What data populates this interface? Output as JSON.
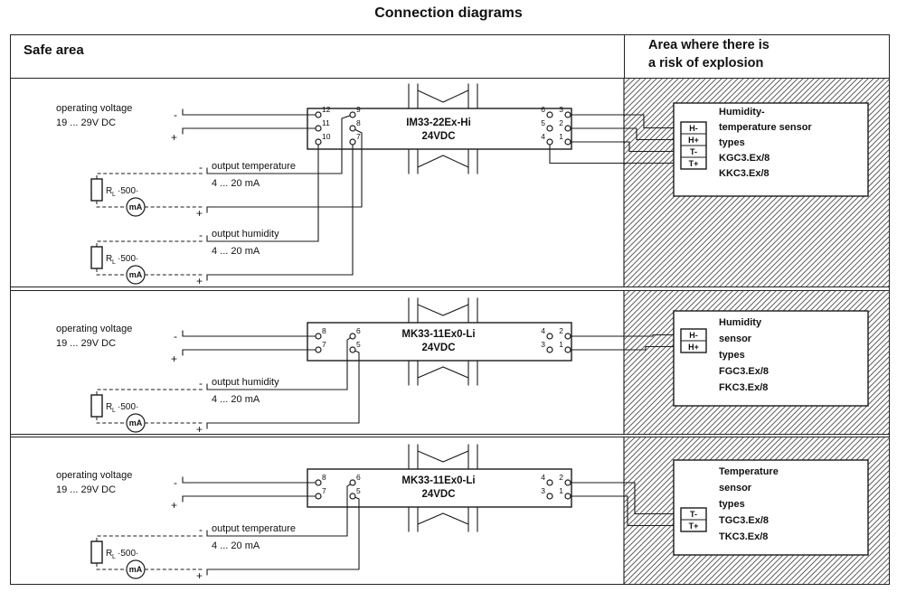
{
  "title": "Connection diagrams",
  "header": {
    "safe_area": "Safe area",
    "hazard_line1": "Area where there is",
    "hazard_line2": "a risk of explosion"
  },
  "colors": {
    "line": "#1a1a1a",
    "hatch": "#606060"
  },
  "sections": [
    {
      "supply": {
        "line1": "operating voltage",
        "line2": "19 ... 29V DC",
        "minus": "-",
        "plus": "+"
      },
      "module": {
        "name": "IM33-22Ex-Hi",
        "voltage": "24VDC"
      },
      "terminals": {
        "left": [
          "12",
          "11",
          "10"
        ],
        "mid": [
          "9",
          "8",
          "7"
        ],
        "inner": [
          "6",
          "5",
          "4"
        ],
        "outer": [
          "3",
          "2",
          "1"
        ]
      },
      "outputs": [
        {
          "label": "output temperature",
          "range": "4 ... 20 mA",
          "minus": "-",
          "plus": "+",
          "load_r": "R",
          "load_sub": "L",
          "load_val": "·500·",
          "meter": "mA"
        },
        {
          "label": "output humidity",
          "range": "4 ... 20 mA",
          "minus": "-",
          "plus": "+",
          "load_r": "R",
          "load_sub": "L",
          "load_val": "·500·",
          "meter": "mA"
        }
      ],
      "sensor": {
        "title_lines": [
          "Humidity-",
          "temperature sensor",
          "types",
          "KGC3.Ex/8",
          "KKC3.Ex/8"
        ],
        "terminals": [
          "H-",
          "H+",
          "T-",
          "T+"
        ]
      }
    },
    {
      "supply": {
        "line1": "operating voltage",
        "line2": "19 ... 29V DC",
        "minus": "-",
        "plus": "+"
      },
      "module": {
        "name": "MK33-11Ex0-Li",
        "voltage": "24VDC"
      },
      "terminals": {
        "left": [
          "8",
          "7"
        ],
        "mid": [
          "6",
          "5"
        ],
        "inner": [
          "4",
          "3"
        ],
        "outer": [
          "2",
          "1"
        ]
      },
      "outputs": [
        {
          "label": "output humidity",
          "range": "4 ... 20 mA",
          "minus": "-",
          "plus": "+",
          "load_r": "R",
          "load_sub": "L",
          "load_val": "·500·",
          "meter": "mA"
        }
      ],
      "sensor": {
        "title_lines": [
          "Humidity",
          "sensor",
          "types",
          "FGC3.Ex/8",
          "FKC3.Ex/8"
        ],
        "terminals": [
          "H-",
          "H+"
        ]
      }
    },
    {
      "supply": {
        "line1": "operating voltage",
        "line2": "19 ... 29V DC",
        "minus": "-",
        "plus": "+"
      },
      "module": {
        "name": "MK33-11Ex0-Li",
        "voltage": "24VDC"
      },
      "terminals": {
        "left": [
          "8",
          "7"
        ],
        "mid": [
          "6",
          "5"
        ],
        "inner": [
          "4",
          "3"
        ],
        "outer": [
          "2",
          "1"
        ]
      },
      "outputs": [
        {
          "label": "output temperature",
          "range": "4 ... 20 mA",
          "minus": "-",
          "plus": "+",
          "load_r": "R",
          "load_sub": "L",
          "load_val": "·500·",
          "meter": "mA"
        }
      ],
      "sensor": {
        "title_lines": [
          "Temperature",
          "sensor",
          "types",
          "TGC3.Ex/8",
          "TKC3.Ex/8"
        ],
        "terminals": [
          "T-",
          "T+"
        ]
      }
    }
  ]
}
